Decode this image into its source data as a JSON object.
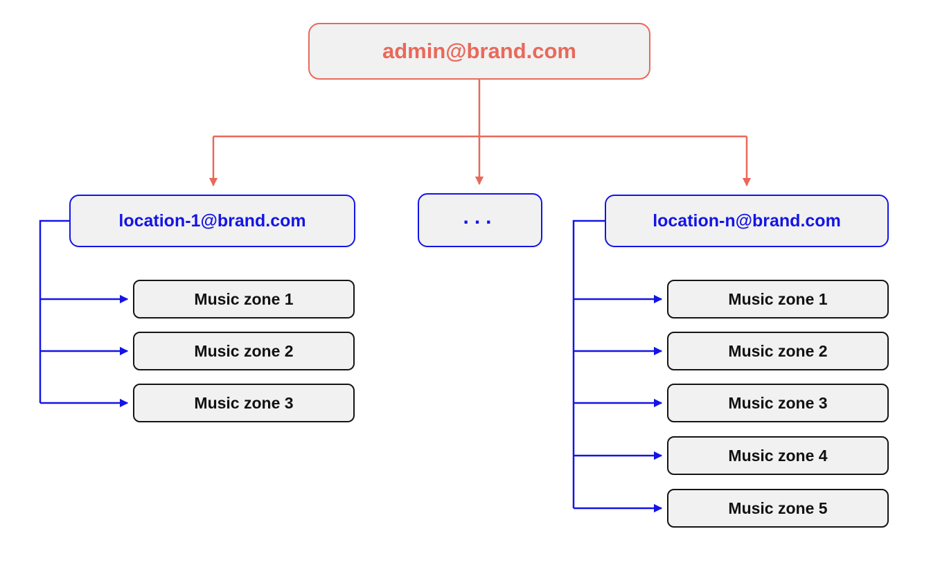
{
  "diagram": {
    "admin": {
      "label": "admin@brand.com"
    },
    "locations": [
      {
        "label": "location-1@brand.com",
        "zones": [
          "Music zone 1",
          "Music zone 2",
          "Music zone 3"
        ]
      },
      {
        "label": "..."
      },
      {
        "label": "location-n@brand.com",
        "zones": [
          "Music zone 1",
          "Music zone 2",
          "Music zone 3",
          "Music zone 4",
          "Music zone 5"
        ]
      }
    ],
    "colors": {
      "admin_accent": "#e8695a",
      "location_accent": "#1414e6",
      "zone_border": "#141414",
      "box_fill": "#f1f1f1",
      "background": "#ffffff"
    }
  }
}
